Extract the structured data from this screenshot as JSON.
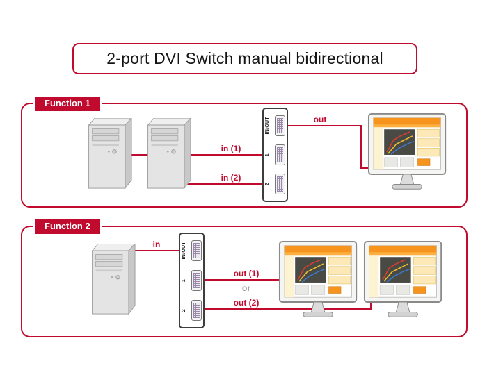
{
  "title": "2-port DVI Switch manual bidirectional",
  "colors": {
    "accent_red": "#c10b2e",
    "or_gray": "#9a9a9a"
  },
  "function1": {
    "tab": "Function 1",
    "switch_ports": [
      "IN/OUT",
      "1",
      "2"
    ],
    "labels": {
      "in1": "in (1)",
      "in2": "in (2)",
      "out": "out"
    }
  },
  "function2": {
    "tab": "Function 2",
    "switch_ports": [
      "IN/OUT",
      "1",
      "2"
    ],
    "labels": {
      "in": "in",
      "out1": "out (1)",
      "or": "or",
      "out2": "out (2)"
    }
  }
}
